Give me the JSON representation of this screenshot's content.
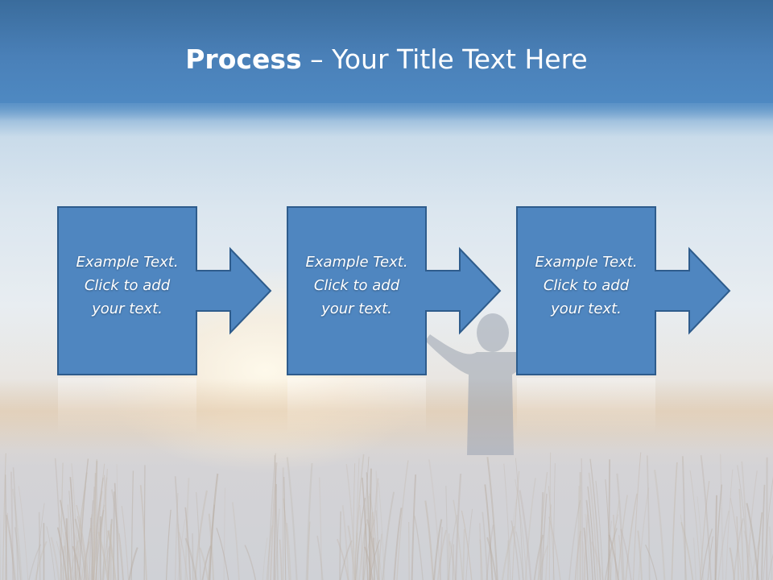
{
  "title": {
    "strong": "Process",
    "rest": " – Your Title Text Here"
  },
  "steps": [
    {
      "text": "Example Text.\nClick  to add\nyour text."
    },
    {
      "text": "Example Text.\nClick  to add\nyour text."
    },
    {
      "text": "Example Text.\nClick  to add\nyour text."
    }
  ],
  "colors": {
    "box_fill": "#4f86c0",
    "box_stroke": "#2e5c8c"
  }
}
